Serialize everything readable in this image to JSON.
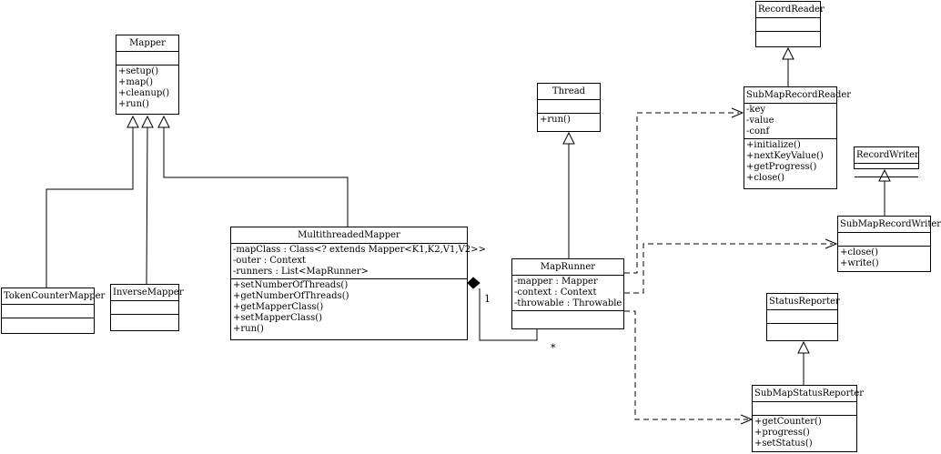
{
  "classes": {
    "mapper": {
      "name": "Mapper",
      "attributes": [],
      "operations": [
        "+setup()",
        "+map()",
        "+cleanup()",
        "+run()"
      ]
    },
    "token_counter_mapper": {
      "name": "TokenCounterMapper",
      "attributes": [],
      "operations": []
    },
    "inverse_mapper": {
      "name": "InverseMapper",
      "attributes": [],
      "operations": []
    },
    "multithreaded_mapper": {
      "name": "MultithreadedMapper",
      "attributes": [
        "-mapClass : Class<? extends Mapper<K1,K2,V1,V2>>",
        "-outer : Context",
        "-runners : List<MapRunner>"
      ],
      "operations": [
        "+setNumberOfThreads()",
        "+getNumberOfThreads()",
        "+getMapperClass()",
        "+setMapperClass()",
        "+run()"
      ]
    },
    "thread": {
      "name": "Thread",
      "attributes": [],
      "operations": [
        "+run()"
      ]
    },
    "map_runner": {
      "name": "MapRunner",
      "attributes": [
        "-mapper : Mapper",
        "-context : Context",
        "-throwable : Throwable"
      ],
      "operations": []
    },
    "record_reader": {
      "name": "RecordReader",
      "attributes": [],
      "operations": []
    },
    "sub_map_record_reader": {
      "name": "SubMapRecordReader",
      "attributes": [
        "-key",
        "-value",
        "-conf"
      ],
      "operations": [
        "+initialize()",
        "+nextKeyValue()",
        "+getProgress()",
        "+close()"
      ]
    },
    "record_writer": {
      "name": "RecordWriter",
      "attributes": [],
      "operations": []
    },
    "sub_map_record_writer": {
      "name": "SubMapRecordWriter",
      "attributes": [],
      "operations": [
        "+close()",
        "+write()"
      ]
    },
    "status_reporter": {
      "name": "StatusReporter",
      "attributes": [],
      "operations": []
    },
    "sub_map_status_reporter": {
      "name": "SubMapStatusReporter",
      "attributes": [],
      "operations": [
        "+getCounter()",
        "+progress()",
        "+setStatus()"
      ]
    }
  },
  "multiplicity": {
    "composition_one": "1",
    "composition_many": "*"
  }
}
